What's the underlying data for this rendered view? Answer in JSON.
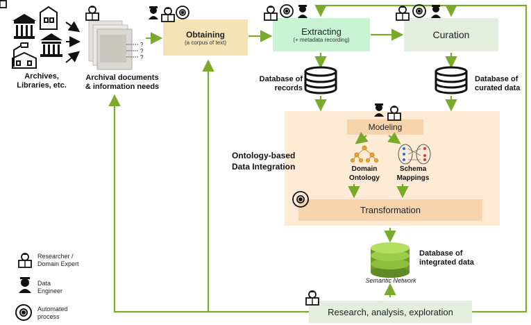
{
  "sources": {
    "label": "Archives,\nLibraries, etc."
  },
  "documents": {
    "label": "Archival documents\n& information needs"
  },
  "steps": {
    "obtaining": {
      "title": "Obtaining",
      "subtitle": "(a corpus of text)"
    },
    "extracting": {
      "title": "Extracting",
      "subtitle": "(+ metadata recording)"
    },
    "curation": {
      "title": "Curation"
    },
    "modeling": {
      "title": "Modeling"
    },
    "transformation": {
      "title": "Transformation"
    },
    "research": {
      "title": "Research, analysis, exploration"
    }
  },
  "databases": {
    "records": "Database of\nrecords",
    "curated": "Database of\ncurated data",
    "integrated": "Database of\nintegrated data",
    "semantic_network": "Semantic Network"
  },
  "obi": {
    "label": "Ontology-based\nData Integration"
  },
  "domain_ontology": {
    "label": "Domain\nOntology"
  },
  "schema_mappings": {
    "label": "Schema\nMappings"
  },
  "legend": {
    "researcher": "Researcher  /\nDomain Expert",
    "engineer": "Data\nEngineer",
    "automated": "Automated\nprocess"
  },
  "colors": {
    "arrow_green": "#7aaa2a",
    "obtaining_fill": "#f4e3b6",
    "extracting_fill": "#c8f4d4",
    "curation_fill": "#e3efdc",
    "obi_fill": "#fdebd6",
    "modeling_fill": "#f8d4ad",
    "transformation_fill": "#f8d4ad",
    "research_fill": "#e3efdc",
    "db_green": "#8dbf3c"
  }
}
